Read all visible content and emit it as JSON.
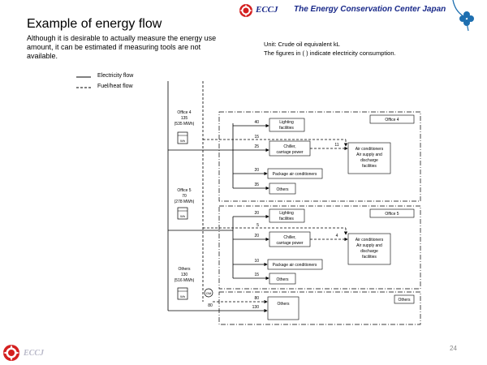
{
  "header": {
    "org_name": "The Energy Conservation Center Japan",
    "logo_text": "ECCJ"
  },
  "footer": {
    "logo_text": "ECCJ",
    "page_number": "24"
  },
  "slide": {
    "title": "Example of energy flow",
    "intro": "Although it is desirable to actually measure the energy use amount, it can be estimated if measuring tools are not available.",
    "unit_line1": "Unit: Crude oil equivalent kL",
    "unit_line2": "The figures in ( ) indicate electricity consumption."
  },
  "legend": {
    "electricity": "Electricity flow",
    "fuel": "Fuel/heat flow"
  },
  "meters": {
    "office4_name": "Office 4",
    "office4_value": "135",
    "office4_elec": "(535 MWh)",
    "office5_name": "Office 5",
    "office5_value": "70",
    "office5_elec": "(278 MWh)",
    "others_name": "Others",
    "others_value": "130",
    "others_elec": "(516 MWh)",
    "meter_label": "Wh",
    "gas_label": "GM",
    "gas_value": "80"
  },
  "office4": {
    "name": "Office 4",
    "lighting_value": "40",
    "lighting_label1": "Lighting",
    "lighting_label2": "facilities",
    "chiller_pre_value": "15",
    "chiller_value": "25",
    "chiller_label1": "Chiller,",
    "chiller_label2": "carriage power",
    "ac_value": "11",
    "ac_label1": "Air conditioners",
    "ac_label2": "Air supply and",
    "ac_label3": "discharge",
    "ac_label4": "facilities",
    "package_value": "20",
    "package_label": "Package air conditioners",
    "others_value": "35",
    "others_label": "Others"
  },
  "office5": {
    "name": "Office 5",
    "lighting_value": "20",
    "lighting_label1": "Lighting",
    "lighting_label2": "facilities",
    "chiller_pre_value": "5",
    "chiller_value": "20",
    "chiller_label1": "Chiller,",
    "chiller_label2": "carriage power",
    "ac_value": "4",
    "ac_label1": "Air conditioners",
    "ac_label2": "Air supply and",
    "ac_label3": "discharge",
    "ac_label4": "facilities",
    "package_value": "10",
    "package_label": "Package air conditioners",
    "others_value": "15",
    "others_label": "Others"
  },
  "others_group": {
    "name": "Others",
    "fuel_value": "80",
    "elec_value": "130",
    "box_label": "Others"
  },
  "colors": {
    "brand_red": "#d42020",
    "brand_blue": "#1a2a8a",
    "clover_blue": "#1e6fb0"
  }
}
